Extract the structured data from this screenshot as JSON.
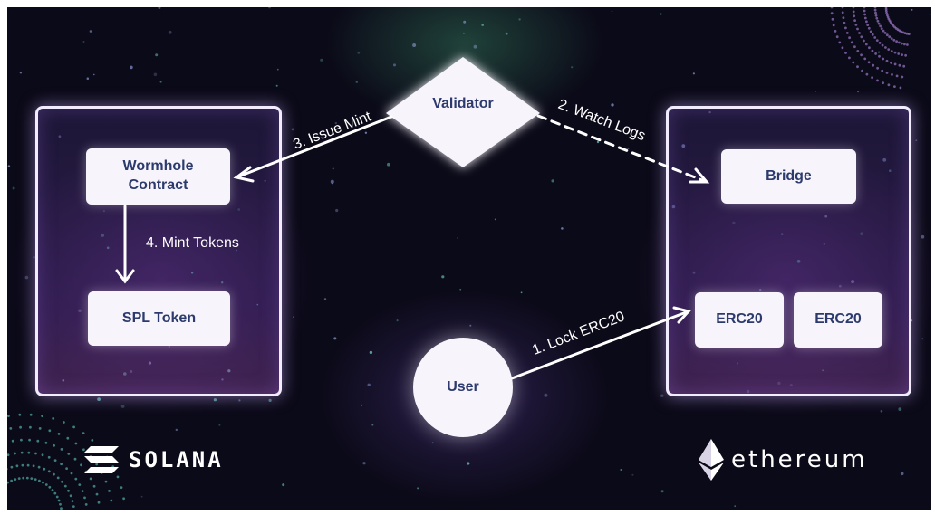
{
  "colors": {
    "background": "#0b0a18",
    "panel_border": "#f2ecff",
    "node_fill": "#f7f5fb",
    "node_text": "#2c3a6d",
    "arrow": "#ffffff"
  },
  "chains": {
    "solana": {
      "brand": "SOLANA",
      "nodes": {
        "wormhole_contract": "Wormhole Contract",
        "spl_token": "SPL Token"
      }
    },
    "ethereum": {
      "brand": "ethereum",
      "nodes": {
        "bridge": "Bridge",
        "erc20_a": "ERC20",
        "erc20_b": "ERC20"
      }
    }
  },
  "actors": {
    "validator": "Validator",
    "user": "User"
  },
  "flows": {
    "step1": "1. Lock ERC20",
    "step2": "2. Watch Logs",
    "step3": "3. Issue Mint",
    "step4": "4. Mint Tokens"
  },
  "icons": {
    "solana_logo": "solana-logo-icon",
    "ethereum_logo": "ethereum-diamond-icon"
  }
}
